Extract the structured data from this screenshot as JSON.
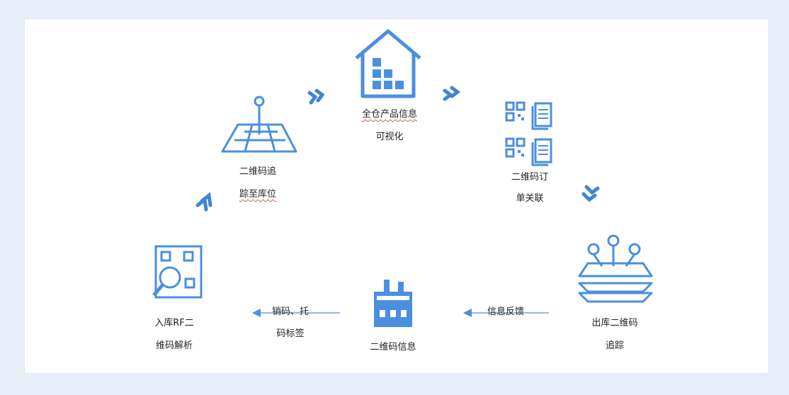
{
  "colors": {
    "primary": "#4a8fe0",
    "dark": "#3f84d6",
    "light": "#8bb8ee",
    "text": "#222222",
    "squiggle": "#e05050"
  },
  "nodes": {
    "warehouse": {
      "icon": "warehouse-icon",
      "line1": "全仓产品信息",
      "line2": "可视化"
    },
    "order_link": {
      "icon": "qr-document-icon",
      "line1": "二维码订",
      "line2": "单关联"
    },
    "outbound": {
      "icon": "layered-stack-icon",
      "line1": "出库二维码",
      "line2": "追踪"
    },
    "factory": {
      "icon": "factory-icon",
      "line1": "二维码信息"
    },
    "inbound": {
      "icon": "qr-scan-icon",
      "line1": "入库RF二",
      "line2": "维码解析"
    },
    "location": {
      "icon": "map-pin-icon",
      "line1": "二维码追",
      "line2": "踪至库位"
    }
  },
  "arrow_labels": {
    "feedback": "信息反馈",
    "sales_l1": "销码、托",
    "sales_l2": "码标签"
  }
}
